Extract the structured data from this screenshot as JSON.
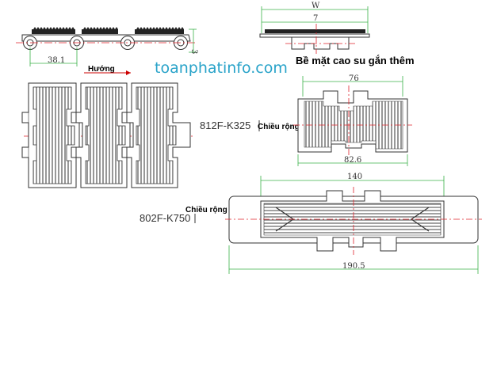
{
  "watermark": "toanphatinfo.com",
  "top_left": {
    "dim_pitch": "38.1",
    "dim_height": "3",
    "direction_label": "Hướng"
  },
  "top_right": {
    "dim_w": "W",
    "dim_7": "7",
    "caption": "Bề mặt cao su gắn thêm"
  },
  "mid": {
    "model": "812F-K325",
    "width_label": "Chiều rộng",
    "dim_top": "76",
    "dim_bottom": "82.6"
  },
  "bottom": {
    "model": "802F-K750",
    "width_label": "Chiều rộng",
    "dim_top": "140",
    "dim_bottom": "190.5"
  },
  "colors": {
    "dimension_line": "#3bb24a",
    "center_line": "#e0242b",
    "outline": "#333333",
    "watermark": "#29a3c9",
    "direction_arrow": "#cc0000"
  }
}
